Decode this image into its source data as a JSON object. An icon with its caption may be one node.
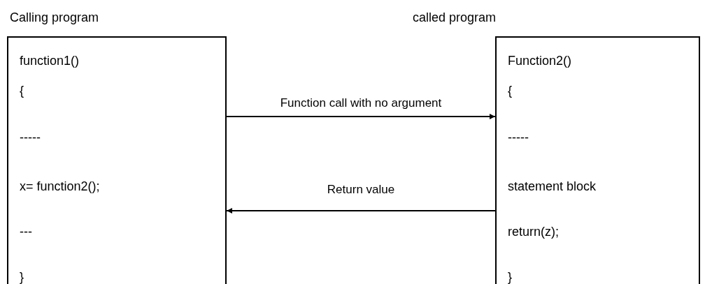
{
  "diagram": {
    "nodes": [
      {
        "text": [
          "Calling program",
          "function1()",
          "{",
          "-----",
          "x= function2();",
          "---",
          "}"
        ]
      },
      {
        "text": [
          "called program",
          "Function2()",
          "{",
          "-----",
          "statement block",
          "return(z);",
          "}"
        ]
      }
    ],
    "edges": [
      {
        "from": 0,
        "to": 1,
        "arrow": "to",
        "label": "Function call with no argument"
      },
      {
        "from": 1,
        "to": 0,
        "arrow": "to",
        "label": "Return value"
      }
    ]
  }
}
